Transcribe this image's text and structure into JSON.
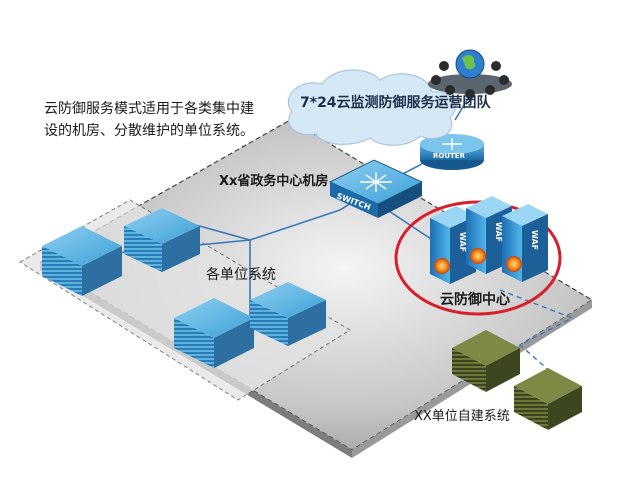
{
  "description_text": "云防御服务模式适用于各类集中建设的机房、分散维护的单位系统。",
  "server_room_label": "Xx省政务中心机房",
  "unit_systems_label": "各单位系统",
  "cloud_team_label": "7*24云监测防御服务运营团队",
  "router_label": "ROUTER",
  "switch_label": "SWITCH",
  "waf_label": "WAF",
  "cloud_defense_center_label": "云防御中心",
  "self_built_systems_label": "XX单位自建系统",
  "colors": {
    "platform_gray": "#b7b7b7",
    "server_blue": "#2f8fc8",
    "server_olive": "#4d5a2a",
    "highlight_red": "#d81e2a",
    "cloud_blue": "#c7ddf0"
  }
}
